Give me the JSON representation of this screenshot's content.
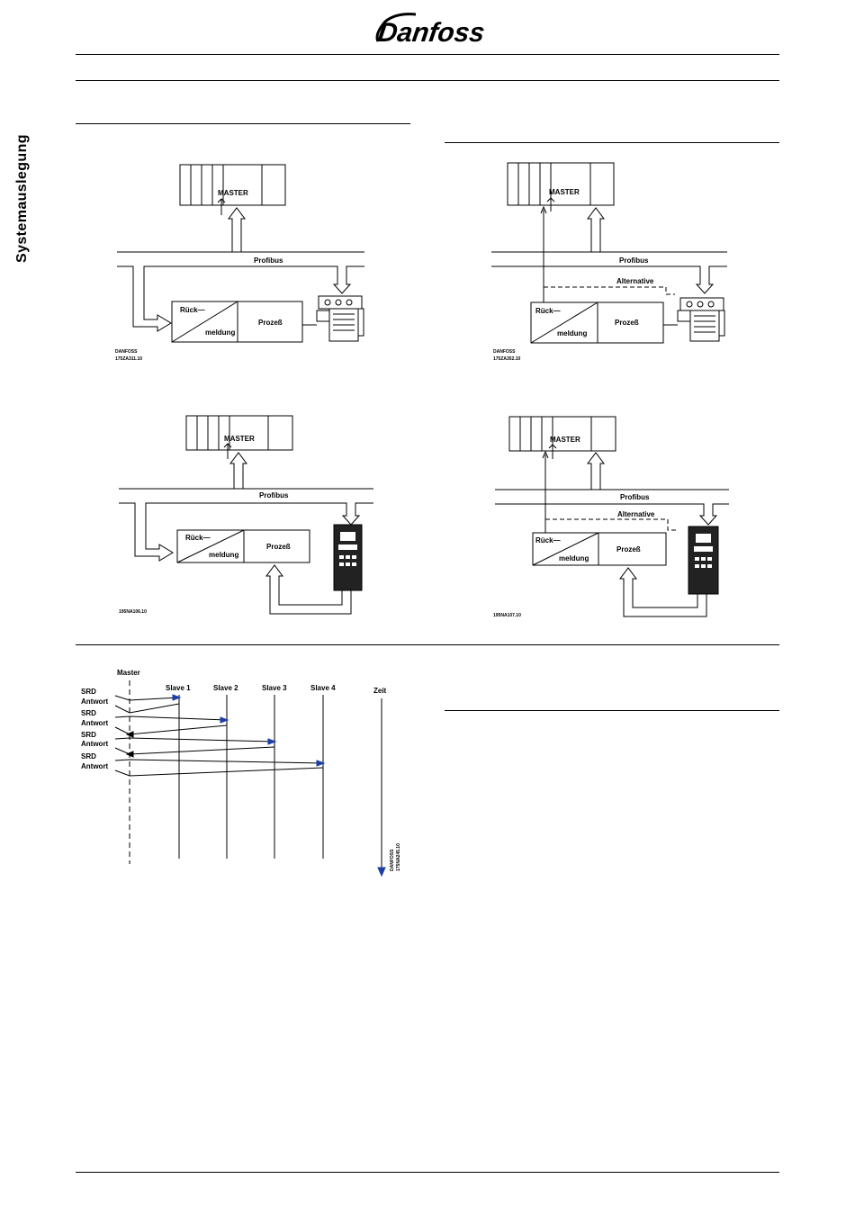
{
  "brand": {
    "logo_text": "Danfoss"
  },
  "sidebar": {
    "section_title": "Systemauslegung"
  },
  "diagrams": [
    {
      "master": "MASTER",
      "bus": "Profibus",
      "feedback_1": "Rück—",
      "feedback_2": "meldung",
      "process": "Prozeß",
      "code_1": "DANFOSS",
      "code_2": "175ZA311.10"
    },
    {
      "master": "MASTER",
      "bus": "Profibus",
      "alternative": "Alternative",
      "feedback_1": "Rück—",
      "feedback_2": "meldung",
      "process": "Prozeß",
      "code_1": "DANFOSS",
      "code_2": "175ZA352.10"
    },
    {
      "master": "MASTER",
      "bus": "Profibus",
      "feedback_1": "Rück—",
      "feedback_2": "meldung",
      "process": "Prozeß",
      "code_1": "195NA106.10"
    },
    {
      "master": "MASTER",
      "bus": "Profibus",
      "alternative": "Alternative",
      "feedback_1": "Rück—",
      "feedback_2": "meldung",
      "process": "Prozeß",
      "code_1": "195NA107.10"
    }
  ],
  "timing": {
    "master": "Master",
    "slaves": [
      "Slave 1",
      "Slave 2",
      "Slave 3",
      "Slave 4"
    ],
    "time_axis": "Zeit",
    "rows": [
      "SRD",
      "Antwort",
      "SRD",
      "Antwort",
      "SRD",
      "Antwort",
      "SRD",
      "Antwort"
    ],
    "code_1": "DANFOSS",
    "code_2": "175NA245.10"
  }
}
